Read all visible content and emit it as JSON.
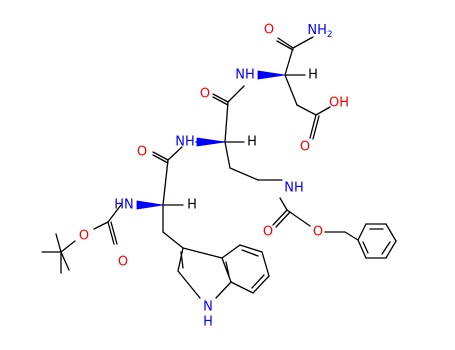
{
  "molecule": {
    "name": "",
    "colors": {
      "carbon_bond": "#000000",
      "oxygen": "#ff0000",
      "nitrogen": "#0000ff",
      "background": "#ffffff"
    },
    "labels": {
      "amide_o_top": "O",
      "amide_nh2": "NH",
      "amide_nh2_subscript": "2",
      "nh_asn": "NH",
      "h_asn": "H",
      "o_orn_carbonyl": "O",
      "oh_acid": "OH",
      "o_acid_carbonyl": "O",
      "nh_orn": "NH",
      "h_orn": "H",
      "o_trp_carbonyl": "O",
      "nh_side": "NH",
      "hn_trp": "HN",
      "h_trp": "H",
      "o_boc_carbonyl": "O",
      "o_boc_ester": "O",
      "o_cbz_carbonyl": "O",
      "o_cbz_ester": "O",
      "n_indole": "N",
      "h_indole": "H"
    }
  }
}
